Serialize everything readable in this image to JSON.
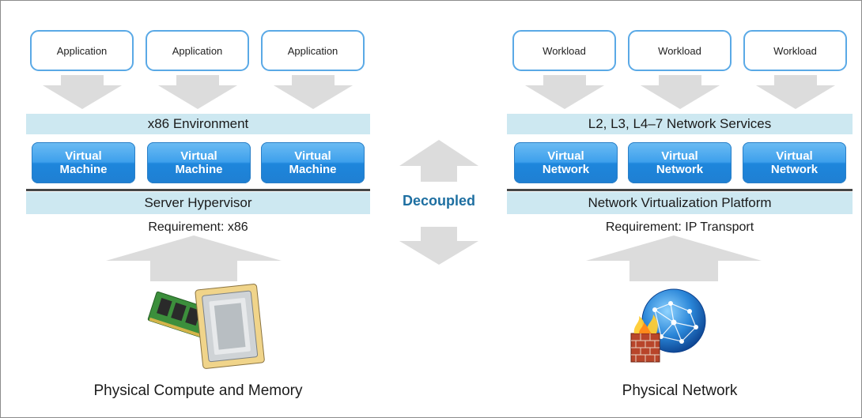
{
  "left": {
    "apps": [
      "Application",
      "Application",
      "Application"
    ],
    "environment": "x86 Environment",
    "vms": [
      {
        "line1": "Virtual",
        "line2": "Machine"
      },
      {
        "line1": "Virtual",
        "line2": "Machine"
      },
      {
        "line1": "Virtual",
        "line2": "Machine"
      }
    ],
    "platform": "Server Hypervisor",
    "requirement": "Requirement: x86",
    "caption": "Physical Compute and Memory"
  },
  "right": {
    "workloads": [
      "Workload",
      "Workload",
      "Workload"
    ],
    "services": "L2, L3, L4–7 Network Services",
    "vnets": [
      {
        "line1": "Virtual",
        "line2": "Network"
      },
      {
        "line1": "Virtual",
        "line2": "Network"
      },
      {
        "line1": "Virtual",
        "line2": "Network"
      }
    ],
    "platform": "Network Virtualization Platform",
    "requirement": "Requirement: IP Transport",
    "caption": "Physical Network"
  },
  "center": {
    "label": "Decoupled"
  },
  "colors": {
    "box_border": "#5aa9e6",
    "band_fill": "#cde8f1",
    "vm_blue": "#1e86dc",
    "arrow_gray": "#dcdcdc",
    "decoupled_text": "#1e6fa1"
  },
  "icons": [
    "down-arrow-icon",
    "up-arrow-icon",
    "compute-memory-icon",
    "network-globe-icon",
    "firewall-icon"
  ]
}
